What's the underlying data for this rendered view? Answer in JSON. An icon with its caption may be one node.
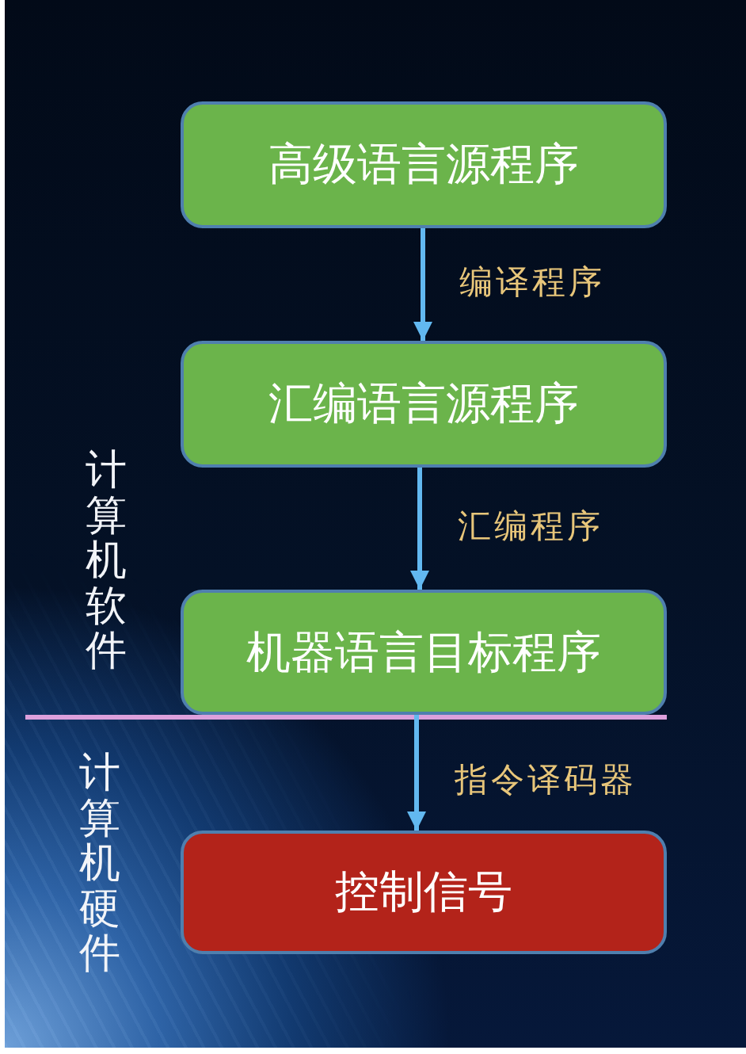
{
  "diagram": {
    "nodes": [
      {
        "text": [
          "高级语言源程序"
        ]
      },
      {
        "text": [
          "汇编语言源程序"
        ]
      },
      {
        "text": [
          "机器语言目标程序"
        ]
      },
      {
        "text": [
          "控制信号"
        ]
      }
    ],
    "edges": [
      {
        "from": 0,
        "to": 1,
        "arrow": "to",
        "label": "编译程序"
      },
      {
        "from": 1,
        "to": 2,
        "arrow": "to",
        "label": "汇编程序"
      },
      {
        "from": 2,
        "to": 3,
        "arrow": "to",
        "label": "指令译码器"
      }
    ],
    "labels": [
      "计算机软件",
      "计算机硬件"
    ]
  }
}
